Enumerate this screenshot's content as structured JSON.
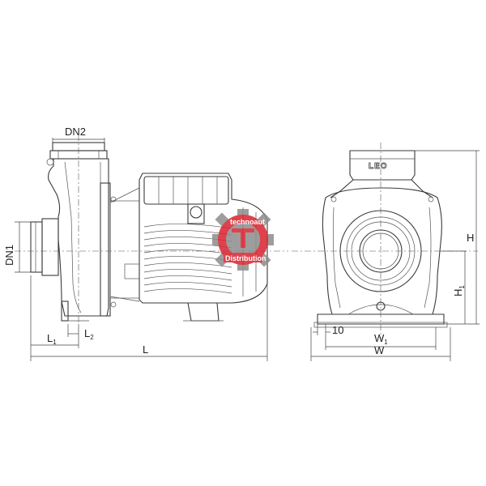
{
  "labels": {
    "dn2": "DN2",
    "dn1": "DN1",
    "l1": "L",
    "l1_sub": "1",
    "l2": "L",
    "l2_sub": "2",
    "l": "L",
    "h": "H",
    "h1": "H",
    "h1_sub": "1",
    "ten": "10",
    "w1": "W",
    "w1_sub": "1",
    "w": "W"
  },
  "nameplate": "LEO",
  "watermark": {
    "top": "technoaut",
    "bottom": "Distribution"
  },
  "colors": {
    "line": "#3a3a3a",
    "watermark_red": "#d9232e",
    "watermark_gray": "#8c8c8c"
  }
}
